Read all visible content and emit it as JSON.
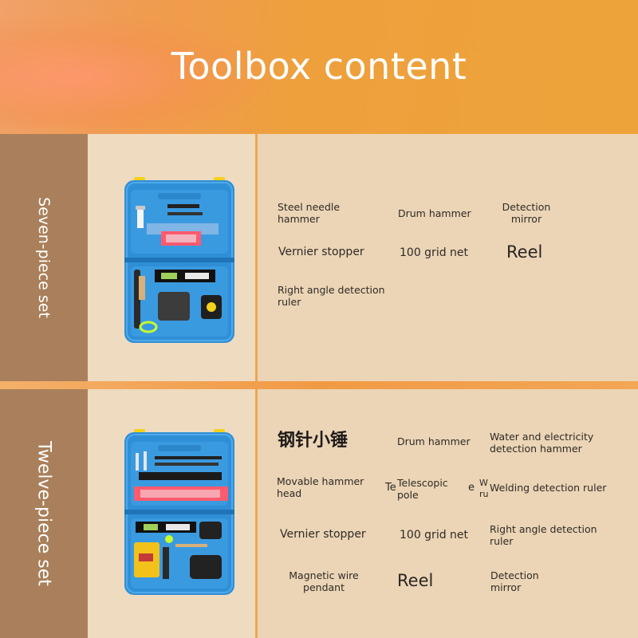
{
  "header": {
    "title": "Toolbox content"
  },
  "seven": {
    "label": "Seven-piece set",
    "items": {
      "steel_needle_hammer": "Steel needle hammer",
      "drum_hammer": "Drum hammer",
      "detection_mirror": "Detection mirror",
      "vernier_stopper": "Vernier stopper",
      "grid_net": "100 grid net",
      "reel": "Reel",
      "right_angle_ruler": "Right angle detection ruler"
    }
  },
  "twelve": {
    "label": "Twelve-piece set",
    "items": {
      "steel_needle_hammer_cn": "钢针小锤",
      "drum_hammer": "Drum hammer",
      "water_electricity_hammer": "Water and electricity detection hammer",
      "movable_hammer_head": "Movable hammer head",
      "fragment_te": "Te",
      "telescopic_pole": "Telescopic pole",
      "fragment_w": "W",
      "fragment_e": "e",
      "fragment_ru": "ru",
      "welding_ruler": "Welding detection ruler",
      "vernier_stopper": "Vernier stopper",
      "grid_net": "100 grid net",
      "right_angle_ruler": "Right angle detection ruler",
      "magnetic_wire_pendant": "Magnetic wire pendant",
      "reel": "Reel",
      "detection_mirror": "Detection mirror"
    }
  },
  "colors": {
    "header_orange": "#eea03c",
    "label_brown": "#a9805b",
    "panel_beige": "#ebd5b6",
    "case_blue": "#2f8fd6",
    "accent_red": "#ff5a6e",
    "accent_yellow": "#f3d21a"
  },
  "icons": [
    "toolbox-7-piece-image",
    "toolbox-12-piece-image"
  ]
}
